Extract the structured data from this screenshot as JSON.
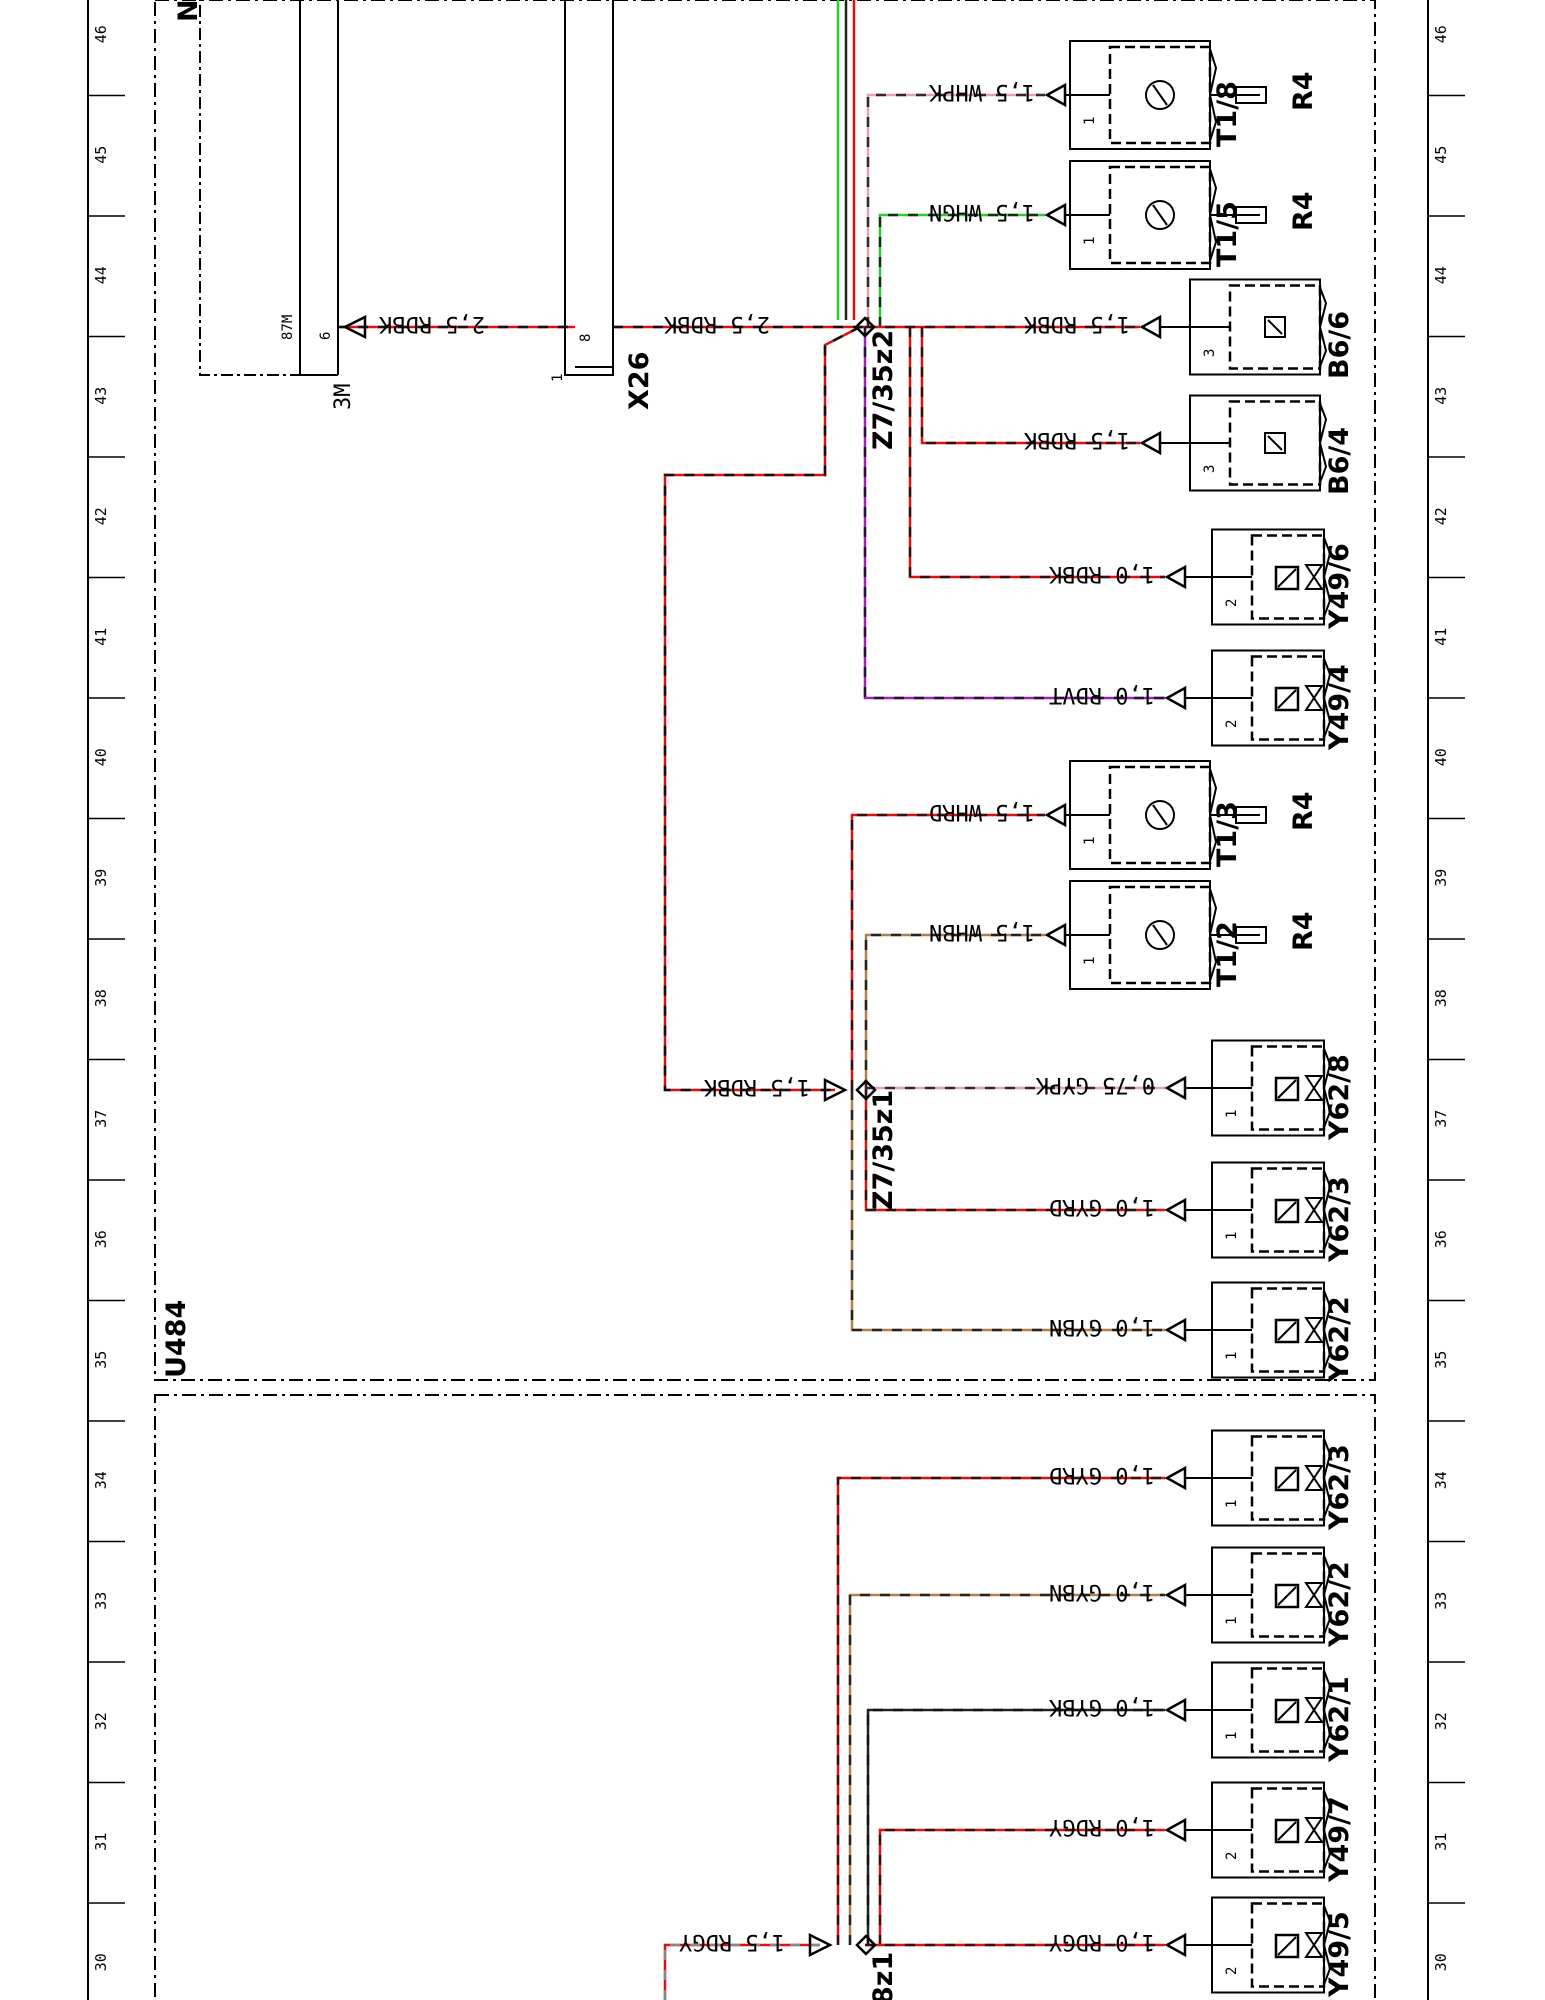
{
  "ruler": {
    "numbers": [
      "46",
      "45",
      "44",
      "43",
      "42",
      "41",
      "40",
      "39",
      "38",
      "37",
      "36",
      "35",
      "34",
      "33",
      "32",
      "31",
      "30"
    ]
  },
  "modules": {
    "upper": "U484",
    "n_prefix": "N",
    "n_pin": "6",
    "n_pin_label": "87M",
    "n_bottom": "3M",
    "connector_name": "X26",
    "connector_pin": "8",
    "connector_pin1": "1",
    "wire_x26_n": "2,5 RDBK",
    "wire_splice_x26": "2,5 RDBK",
    "wire_z1_up": "1,5 RDBK",
    "wire_z3": "1,5 RDGY"
  },
  "splices": [
    {
      "label": "Z7/35z2"
    },
    {
      "label": "Z7/35z1"
    },
    {
      "label": "8z1"
    }
  ],
  "components": [
    {
      "name": "T1/8",
      "pin": "1",
      "wire": "1,5 WHPK",
      "extra": "R4",
      "color": "#e8a0b8"
    },
    {
      "name": "T1/5",
      "pin": "1",
      "wire": "1,5 WHGN",
      "extra": "R4",
      "color": "#2ecc2e"
    },
    {
      "name": "B6/6",
      "pin": "3",
      "wire": "1,5 RDBK",
      "color": "#e01010"
    },
    {
      "name": "B6/4",
      "pin": "3",
      "wire": "1,5 RDBK",
      "color": "#e01010"
    },
    {
      "name": "Y49/6",
      "pin": "2",
      "wire": "1,0 RDBK",
      "color": "#e01010"
    },
    {
      "name": "Y49/4",
      "pin": "2",
      "wire": "1,0 RDVT",
      "color": "#a020c0"
    },
    {
      "name": "T1/3",
      "pin": "1",
      "wire": "1,5 WHRD",
      "extra": "R4",
      "color": "#e01010"
    },
    {
      "name": "T1/2",
      "pin": "1",
      "wire": "1,5 WHBN",
      "extra": "R4",
      "color": "#b08050"
    },
    {
      "name": "Y62/8",
      "pin": "1",
      "wire": "0,75 GYPK",
      "color": "#e8a0b8"
    },
    {
      "name": "Y62/3",
      "pin": "1",
      "wire": "1,0 GYRD",
      "color": "#e01010"
    },
    {
      "name": "Y62/2",
      "pin": "1",
      "wire": "1,0 GYBN",
      "color": "#b08050"
    },
    {
      "name": "Y62/3",
      "pin": "1",
      "wire": "1,0 GYRD",
      "color": "#e01010"
    },
    {
      "name": "Y62/2",
      "pin": "1",
      "wire": "1,0 GYBN",
      "color": "#b08050"
    },
    {
      "name": "Y62/1",
      "pin": "1",
      "wire": "1,0 GYBK",
      "color": "#222222"
    },
    {
      "name": "Y49/7",
      "pin": "2",
      "wire": "1,0 RDGY",
      "color": "#e01010"
    },
    {
      "name": "Y49/5",
      "pin": "2",
      "wire": "1,0 RDGY",
      "color": "#e01010"
    }
  ]
}
